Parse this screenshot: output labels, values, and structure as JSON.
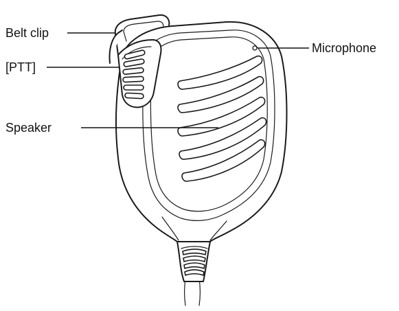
{
  "labels": {
    "belt_clip": "Belt clip",
    "ptt": "[PTT]",
    "speaker": "Speaker",
    "microphone": "Microphone"
  }
}
